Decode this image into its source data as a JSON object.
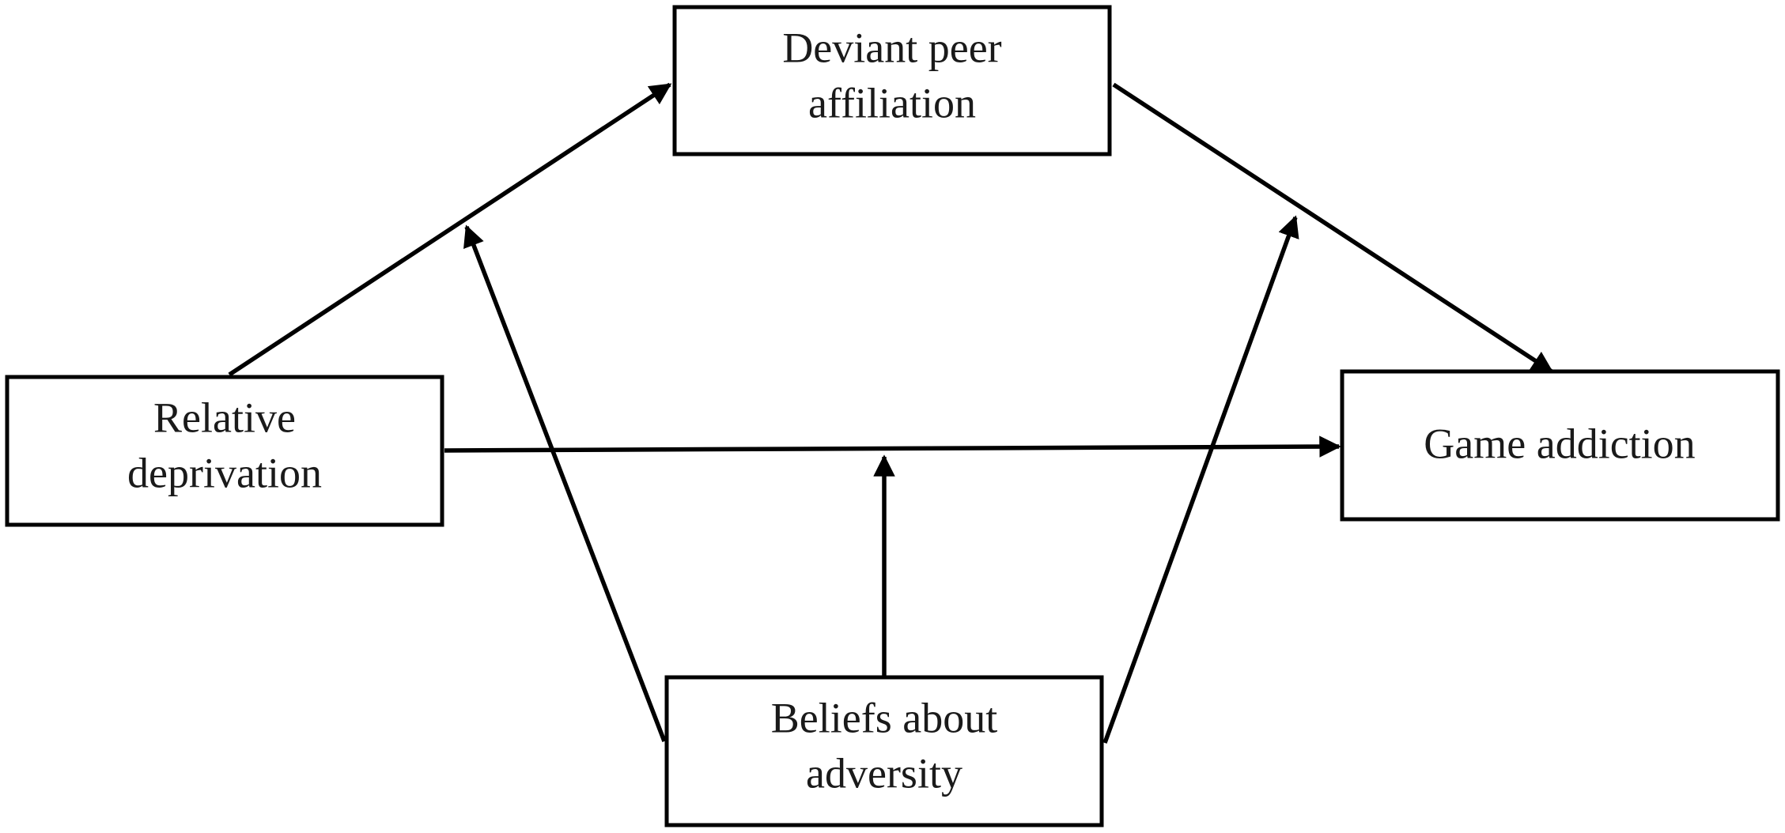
{
  "diagram": {
    "nodes": [
      {
        "id": "deviant",
        "lines": [
          "Deviant peer",
          "affiliation"
        ]
      },
      {
        "id": "relative",
        "lines": [
          "Relative",
          "deprivation"
        ]
      },
      {
        "id": "game",
        "lines": [
          "Game addiction"
        ]
      },
      {
        "id": "beliefs",
        "lines": [
          "Beliefs about",
          "adversity"
        ]
      }
    ],
    "edges": [
      {
        "from": "relative",
        "to": "deviant"
      },
      {
        "from": "deviant",
        "to": "game"
      },
      {
        "from": "relative",
        "to": "game"
      },
      {
        "from": "beliefs",
        "to": "edge:relative-deviant"
      },
      {
        "from": "beliefs",
        "to": "edge:deviant-game"
      },
      {
        "from": "beliefs",
        "to": "edge:relative-game"
      }
    ],
    "colors": {
      "stroke": "#000000",
      "text": "#1a1a1a",
      "background": "#ffffff"
    }
  }
}
